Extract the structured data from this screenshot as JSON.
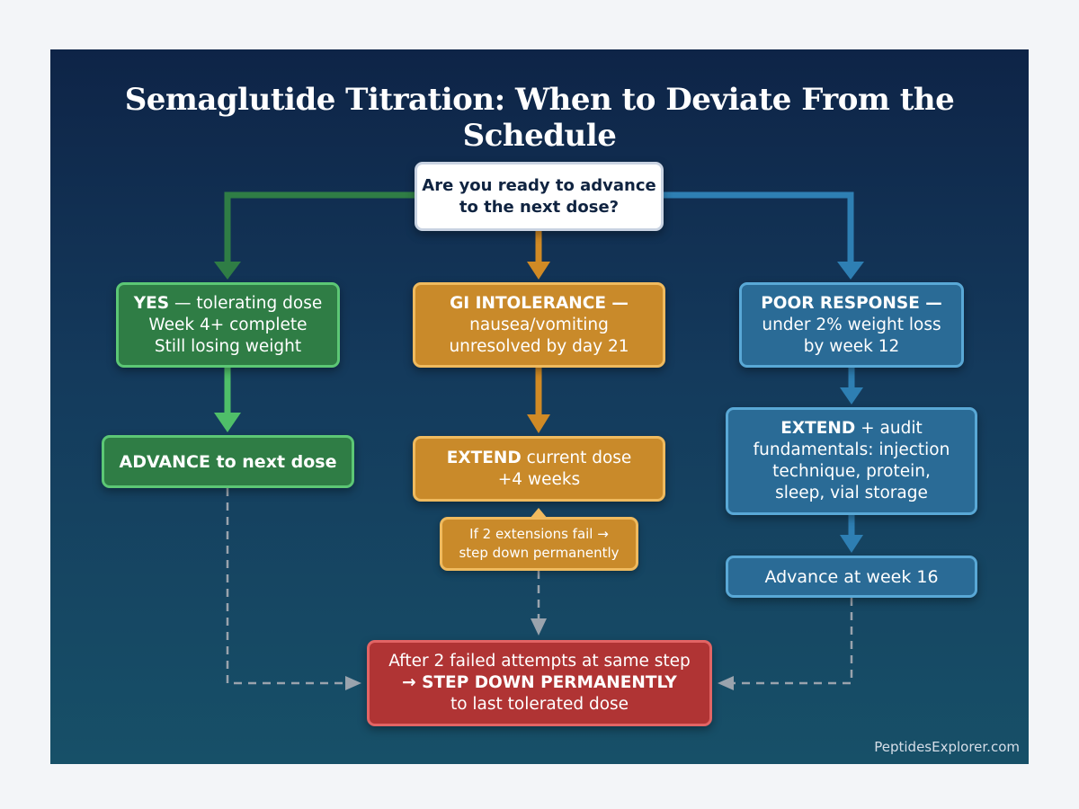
{
  "title": "Semaglutide Titration: When to Deviate From the Schedule",
  "question": {
    "line1": "Are you ready to advance",
    "line2": "to the next dose?"
  },
  "branches": {
    "yes": {
      "bold": "YES",
      "rest": " — tolerating dose",
      "line2": "Week 4+ complete",
      "line3": "Still losing weight"
    },
    "advance": {
      "bold": "ADVANCE to next dose"
    },
    "gi": {
      "bold": "GI INTOLERANCE —",
      "line2": "nausea/vomiting",
      "line3": "unresolved by day 21"
    },
    "extend_gi": {
      "bold": "EXTEND",
      "rest": " current dose",
      "line2": "+4 weeks"
    },
    "fail_note": {
      "line1": "If 2 extensions fail →",
      "line2": "step down permanently"
    },
    "poor": {
      "bold": "POOR RESPONSE —",
      "line2": "under 2% weight loss",
      "line3": "by week 12"
    },
    "extend_audit": {
      "bold": "EXTEND",
      "rest": " + audit",
      "line2": "fundamentals: injection",
      "line3": "technique, protein,",
      "line4": "sleep, vial storage"
    },
    "week16": {
      "line1": "Advance at week 16"
    }
  },
  "stepdown": {
    "line1": "After 2 failed attempts at same step",
    "bold": "→ STEP DOWN PERMANENTLY",
    "line3": "to last tolerated dose"
  },
  "watermark": "PeptidesExplorer.com",
  "colors": {
    "green": "#2f7d45",
    "orange": "#c98a2a",
    "blue": "#2a6b96",
    "red": "#b03434",
    "dashed": "#9aa3ad"
  }
}
